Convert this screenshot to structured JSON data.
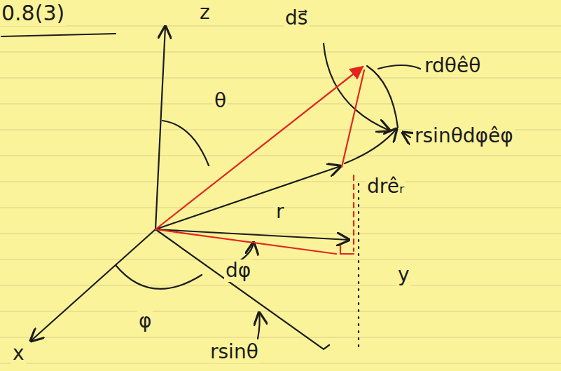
{
  "diagram": {
    "title": "0.8(3)",
    "labels": [
      "z",
      "ds⃗",
      "rdθêθ",
      "rsinθdφêφ",
      "θ",
      "r",
      "drêᵣ",
      "y",
      "φ",
      "dφ",
      "x",
      "rsinθ"
    ]
  }
}
